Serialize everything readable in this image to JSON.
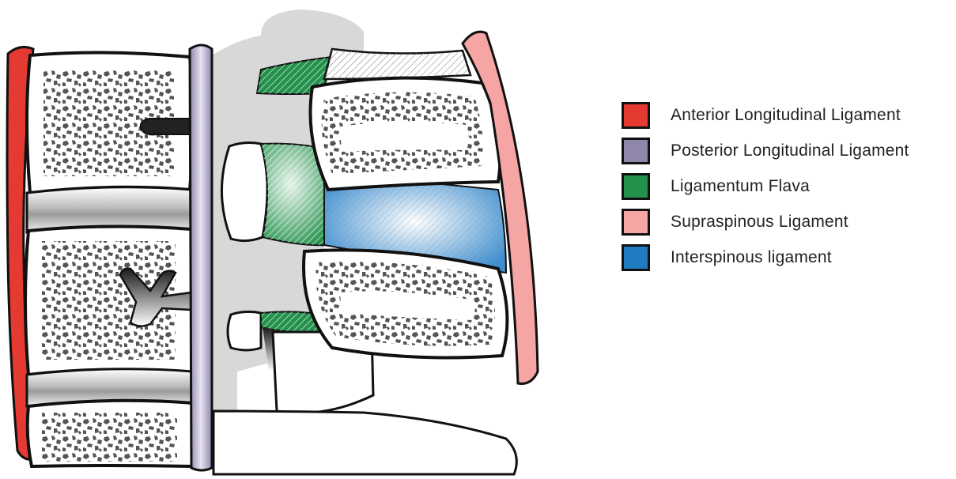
{
  "legend": {
    "items": [
      {
        "label": "Anterior Longitudinal Ligament",
        "color": "#e53a32"
      },
      {
        "label": "Posterior Longitudinal Ligament",
        "color": "#8f86aa"
      },
      {
        "label": "Ligamentum Flava",
        "color": "#23914b"
      },
      {
        "label": "Supraspinous Ligament",
        "color": "#f5a5a3"
      },
      {
        "label": "Interspinous ligament",
        "color": "#1f7cc0"
      }
    ]
  }
}
